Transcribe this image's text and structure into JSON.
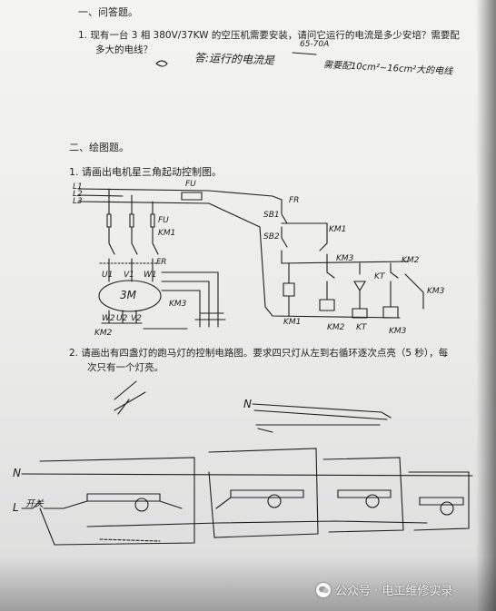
{
  "section1": {
    "heading": "一、问答题。",
    "q1_line1": "1.  现有一台 3 相 380V/37KW 的空压机需要安装，请问它运行的电流是多少安培？需要配",
    "q1_line2": "多大的电线？"
  },
  "answer": {
    "text": "答:运行的电流是",
    "annotation": "65-70A",
    "text2": "需要配10cm²~16cm²大的电线"
  },
  "section2": {
    "heading": "二、绘图题。",
    "q1": "1.  请画出电机星三角起动控制图。",
    "q2_line1": "2.  请画出有四盏灯的跑马灯的控制电路图。要求四只灯从左到右循环逐次点亮（5 秒），每",
    "q2_line2": "次只有一个灯亮。"
  },
  "diagram1": {
    "labels": {
      "L1": "L1",
      "L2": "L2",
      "L3": "L3",
      "FU_top": "FU",
      "FU": "FU",
      "KM1": "KM1",
      "FR_main": "FR",
      "motor": "3M",
      "U1": "U1",
      "V1": "V1",
      "W1": "W1",
      "W2": "W2",
      "U2": "U2",
      "V2": "V2",
      "KM2_coil": "KM2",
      "KM3_motor": "KM3",
      "FR_ctrl": "FR",
      "SB1": "SB1",
      "SB2": "SB2",
      "KM1_aux": "KM1",
      "KM3_a": "KM3",
      "KM2_a": "KM2",
      "KT": "KT",
      "KM3_b": "KM3",
      "KM1_c": "KM1",
      "KM2_c": "KM2",
      "KT_c": "KT",
      "KM3_c": "KM3"
    }
  },
  "diagram2": {
    "N_top": "N",
    "N_main": "N",
    "L_main": "L",
    "switch": "开关"
  },
  "watermark": {
    "text": "公众号 · 电工维修实录"
  }
}
